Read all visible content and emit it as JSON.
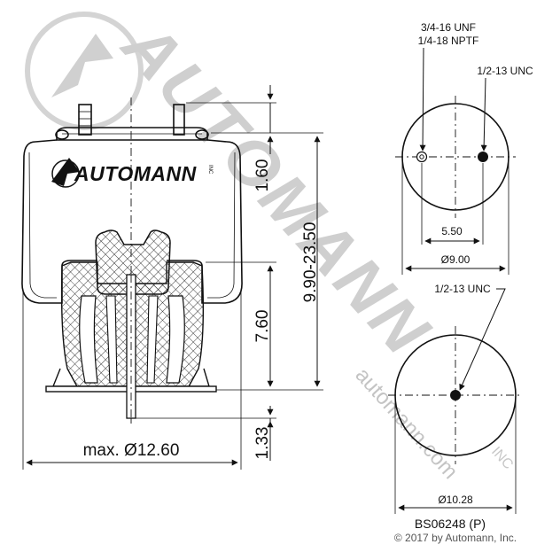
{
  "watermark": {
    "brand_text": "AUTOMANN",
    "brand_suffix": "INC",
    "url_text": "automann.com"
  },
  "label": {
    "brand": "AUTOMANN",
    "suffix": "INC"
  },
  "dimensions": {
    "upper_height": "1.60",
    "total_height": "9.90-23.50",
    "piston_height": "7.60",
    "lower_height": "1.33",
    "max_diameter": "max. Ø12.60"
  },
  "top_view": {
    "callout_line_1": "3/4-16 UNF",
    "callout_line_2": "1/4-18 NPTF",
    "callout_right": "1/2-13 UNC",
    "spacing": "5.50",
    "diameter": "Ø9.00"
  },
  "bottom_view": {
    "callout": "1/2-13 UNC",
    "diameter": "Ø10.28"
  },
  "part_number": "BS06248 (P)",
  "copyright": "© 2017 by Automann, Inc.",
  "colors": {
    "line": "#111111",
    "watermark": "#c8c8c8",
    "background": "#ffffff"
  }
}
